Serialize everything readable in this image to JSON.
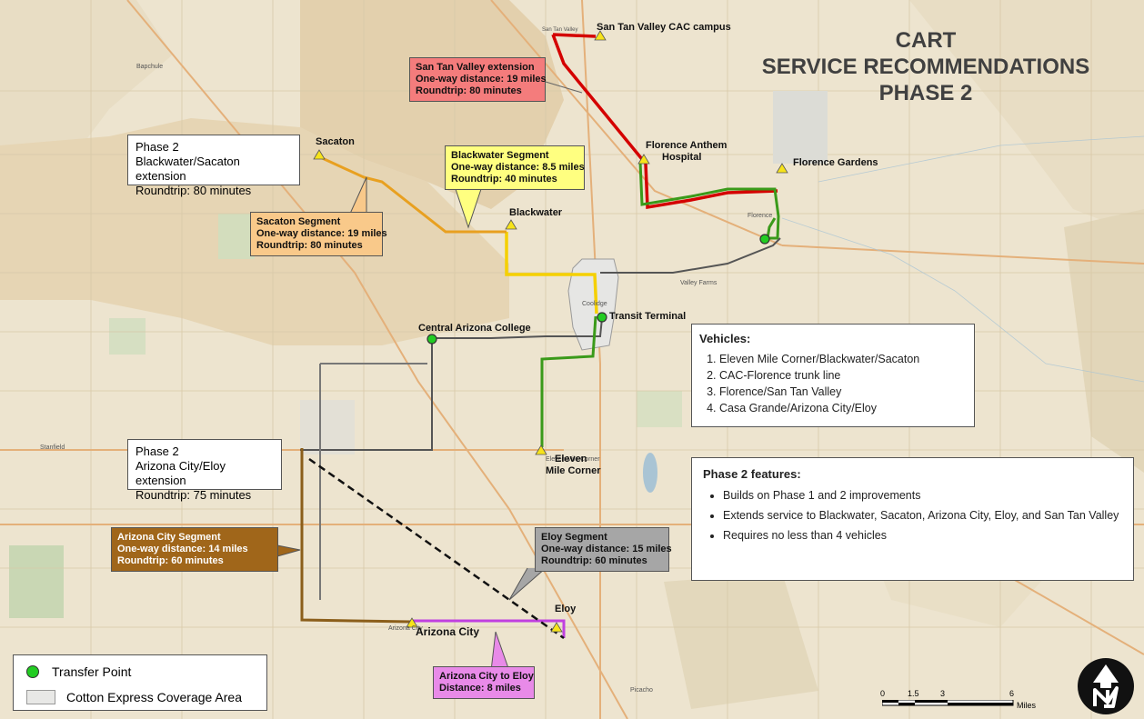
{
  "title": {
    "line1": "CART",
    "line2": "SERVICE RECOMMENDATIONS",
    "line3": "PHASE 2"
  },
  "callouts": {
    "san_tan": {
      "title": "San Tan Valley extension",
      "distance": "One-way distance: 19 miles",
      "roundtrip": "Roundtrip: 80 minutes",
      "color": "#f47c7c"
    },
    "blackwater": {
      "title": "Blackwater Segment",
      "distance": "One-way distance: 8.5 miles",
      "roundtrip": "Roundtrip: 40 minutes",
      "color": "#ffff80"
    },
    "sacaton": {
      "title": "Sacaton Segment",
      "distance": "One-way distance: 19 miles",
      "roundtrip": "Roundtrip: 80 minutes",
      "color": "#f9c98a"
    },
    "arizona_city": {
      "title": "Arizona City Segment",
      "distance": "One-way distance: 14 miles",
      "roundtrip": "Roundtrip: 60 minutes",
      "color": "#a0661a"
    },
    "eloy": {
      "title": "Eloy Segment",
      "distance": "One-way distance: 15 miles",
      "roundtrip": "Roundtrip: 60 minutes",
      "color": "#a6a6a6"
    },
    "az_city_eloy": {
      "title": "Arizona City to Eloy",
      "distance": "Distance: 8 miles",
      "color": "#e88ae8"
    }
  },
  "phase_boxes": {
    "blackwater_sacaton": {
      "line1": "Phase 2",
      "line2": "Blackwater/Sacaton extension",
      "line3": "Roundtrip: 80 minutes"
    },
    "arizona_city_eloy": {
      "line1": "Phase 2",
      "line2": "Arizona City/Eloy extension",
      "line3": "Roundtrip: 75 minutes"
    }
  },
  "vehicles": {
    "heading": "Vehicles:",
    "items": [
      "Eleven Mile Corner/Blackwater/Sacaton",
      "CAC-Florence trunk line",
      "Florence/San Tan Valley",
      "Casa Grande/Arizona City/Eloy"
    ]
  },
  "features": {
    "heading": "Phase 2 features:",
    "items": [
      "Builds on Phase 1 and 2 improvements",
      "Extends service to Blackwater, Sacaton, Arizona City, Eloy, and San Tan Valley",
      "Requires no less than 4 vehicles"
    ]
  },
  "places": {
    "san_tan_campus": "San Tan Valley CAC campus",
    "sacaton": "Sacaton",
    "blackwater": "Blackwater",
    "florence_anthem": "Florence Anthem\nHospital",
    "florence_anthem_1": "Florence Anthem",
    "florence_anthem_2": "Hospital",
    "florence_gardens": "Florence Gardens",
    "transit_terminal": "Transit Terminal",
    "central_az_college": "Central Arizona College",
    "eleven_mile_1": "Eleven",
    "eleven_mile_2": "Mile Corner",
    "arizona_city": "Arizona City",
    "eloy": "Eloy"
  },
  "small_labels": {
    "san_tan_valley": "San Tan Valley",
    "bapchule": "Bapchule",
    "florence": "Florence",
    "coolidge": "Coolidge",
    "valley_farms": "Valley Farms",
    "stanfield": "Stanfield",
    "picacho": "Picacho",
    "arizona_city_small": "Arizona City",
    "eleven_mile_small": "Eleven Mile Corner"
  },
  "legend": {
    "transfer": "Transfer Point",
    "coverage": "Cotton Express Coverage Area"
  },
  "scale": {
    "ticks": [
      "0",
      "1.5",
      "3",
      "6"
    ],
    "unit": "Miles"
  },
  "colors": {
    "red_route": "#d40000",
    "green_route": "#3a9a1a",
    "orange_route": "#e8a020",
    "yellow_route": "#f5d000",
    "grey_route": "#666666",
    "brown_route": "#8b5e1a",
    "purple_route": "#c040e0",
    "basemap": "#ede4cf"
  }
}
